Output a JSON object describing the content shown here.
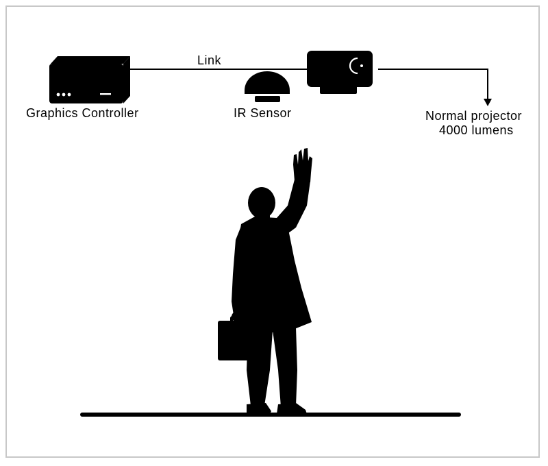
{
  "labels": {
    "link": "Link",
    "graphics_controller": "Graphics Controller",
    "ir_sensor": "IR Sensor",
    "projector_line1": "Normal projector",
    "projector_line2": "4000 lumens"
  },
  "icons": {
    "controller": "graphics-controller-icon",
    "sensor": "ir-sensor-icon",
    "projector": "projector-icon",
    "person": "businessman-silhouette"
  },
  "colors": {
    "ink": "#000000",
    "frame": "#c8c8c8",
    "background": "#ffffff"
  }
}
